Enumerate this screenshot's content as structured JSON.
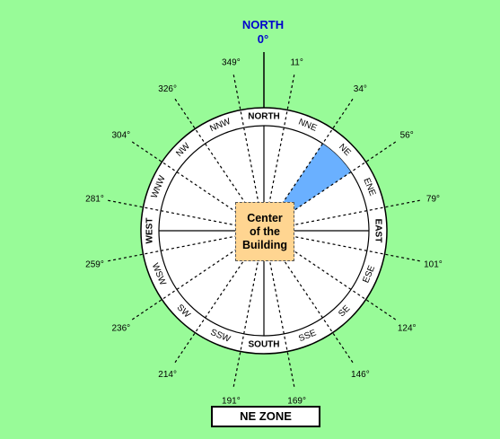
{
  "north_label": "NORTH",
  "north_degree": "0°",
  "center_label": [
    "Center",
    "of the",
    "Building"
  ],
  "zone_label": "NE ZONE",
  "highlight_zone": "NE",
  "highlight_color": "#6ab0ff",
  "background_color": "#98fb98",
  "zones": [
    "NORTH",
    "NNE",
    "NE",
    "ENE",
    "EAST",
    "ESE",
    "SE",
    "SSE",
    "SOUTH",
    "SSW",
    "SW",
    "WSW",
    "WEST",
    "WNW",
    "NW",
    "NNW"
  ],
  "boundaries": [
    {
      "deg": 11,
      "label": "11°"
    },
    {
      "deg": 34,
      "label": "34°"
    },
    {
      "deg": 56,
      "label": "56°"
    },
    {
      "deg": 79,
      "label": "79°"
    },
    {
      "deg": 101,
      "label": "101°"
    },
    {
      "deg": 124,
      "label": "124°"
    },
    {
      "deg": 146,
      "label": "146°"
    },
    {
      "deg": 169,
      "label": "169°"
    },
    {
      "deg": 191,
      "label": "191°"
    },
    {
      "deg": 214,
      "label": "214°"
    },
    {
      "deg": 236,
      "label": "236°"
    },
    {
      "deg": 259,
      "label": "259°"
    },
    {
      "deg": 281,
      "label": "281°"
    },
    {
      "deg": 304,
      "label": "304°"
    },
    {
      "deg": 326,
      "label": "326°"
    },
    {
      "deg": 349,
      "label": "349°"
    }
  ]
}
